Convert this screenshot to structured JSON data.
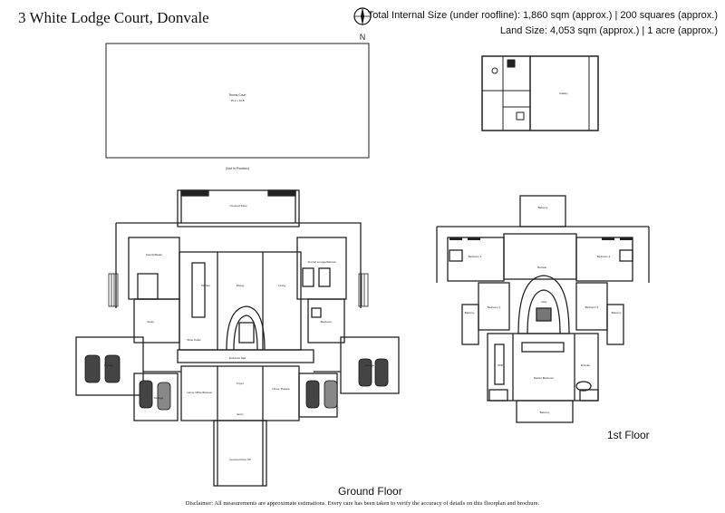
{
  "header": {
    "title": "3 White Lodge Court, Donvale",
    "internal_size": "Total Internal Size (under roofline): 1,860 sqm (approx.) | 200 squares (approx.)",
    "land_size": "Land Size: 4,053 sqm (approx.) | 1 acre (approx.)",
    "compass_letter": "N"
  },
  "tennis": {
    "label": "Tennis Court",
    "dimensions": "35.2 x 16.8",
    "note": "(Not In Position)"
  },
  "outbuilding": {
    "label": "Gallery"
  },
  "ground_floor": {
    "label": "Ground Floor",
    "rooms": {
      "covered_patio": "Covered Patio",
      "family_meals": "Family/Meals",
      "kitchen": "Kitchen",
      "formal_lounge": "Formal Lounge/Retreat",
      "dining": "Dining",
      "living": "Living",
      "study": "Study",
      "bedroom": "Bedroom",
      "wine_cellar": "Wine Cellar",
      "entrance_hall": "Entrance Hall",
      "garage_left": "Garage",
      "garage_right": "Garage",
      "home_office": "Home Office/Retreat",
      "home_theatre": "Home Theatre",
      "foyer": "Foyer",
      "entry": "Entry",
      "covered_drop_off": "Covered Drop Off",
      "storage": "Storage"
    }
  },
  "first_floor": {
    "label": "1st Floor",
    "rooms": {
      "balcony_top": "Balcony",
      "bedroom_left": "Bedroom 3",
      "bedroom_right": "Bedroom 4",
      "bedroom_mid_left": "Bedroom 2",
      "bedroom_mid_right": "Bedroom 5",
      "retreat": "Retreat",
      "void": "Void",
      "master": "Master Bedroom",
      "walk_in_robe": "WIR",
      "ensuite": "Ensuite",
      "balcony_bottom": "Balcony",
      "balcony_side_left": "Balcony",
      "balcony_side_right": "Balcony"
    }
  },
  "footer": {
    "disclaimer": "Disclaimer: All measurements are approximate estimations. Every care has been taken to verify the accuracy of details on this floorplan and brochure."
  }
}
